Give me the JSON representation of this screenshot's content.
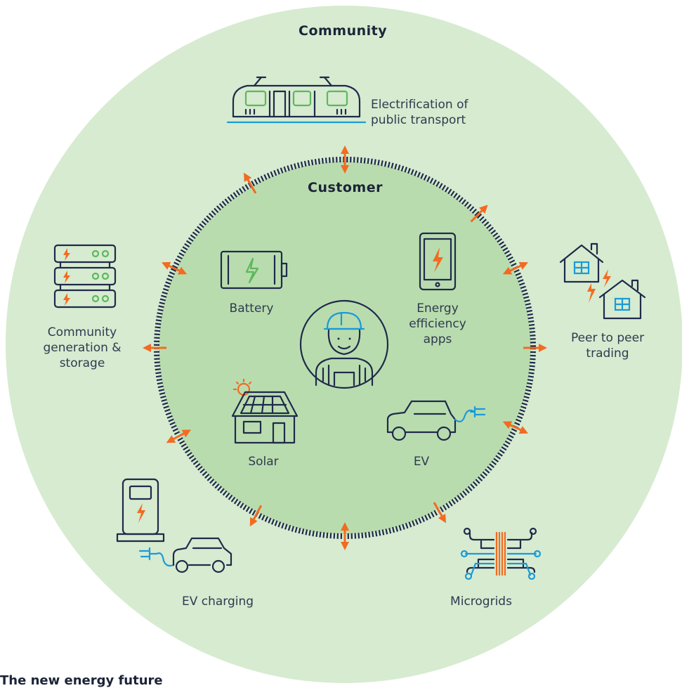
{
  "rings": {
    "outer": {
      "title": "Community",
      "color": "#d6ebd0"
    },
    "inner": {
      "title": "Customer",
      "color": "#b9dcaf"
    }
  },
  "center": {
    "icon": "worker-icon"
  },
  "customer_items": [
    {
      "id": "battery",
      "label": "Battery",
      "icon": "battery-icon"
    },
    {
      "id": "energy-apps",
      "label_lines": [
        "Energy",
        "efficiency",
        "apps"
      ],
      "icon": "smartphone-icon"
    },
    {
      "id": "solar",
      "label": "Solar",
      "icon": "solar-house-icon"
    },
    {
      "id": "ev",
      "label": "EV",
      "icon": "electric-car-icon"
    }
  ],
  "community_items": [
    {
      "id": "transport",
      "label_lines": [
        "Electrification of",
        "public transport"
      ],
      "icon": "tram-icon"
    },
    {
      "id": "p2p",
      "label_lines": [
        "Peer to peer",
        "trading"
      ],
      "icon": "houses-trading-icon"
    },
    {
      "id": "microgrids",
      "label": "Microgrids",
      "icon": "microgrid-icon"
    },
    {
      "id": "ev-charging",
      "label": "EV charging",
      "icon": "charging-station-icon"
    },
    {
      "id": "community-storage",
      "label_lines": [
        "Community",
        "generation &",
        "storage"
      ],
      "icon": "storage-rack-icon"
    }
  ],
  "caption": "The new energy future",
  "colors": {
    "accent": "#f26b21",
    "navy": "#1f2a4a",
    "green": "#5cb85c",
    "blue": "#1a9bd7"
  }
}
